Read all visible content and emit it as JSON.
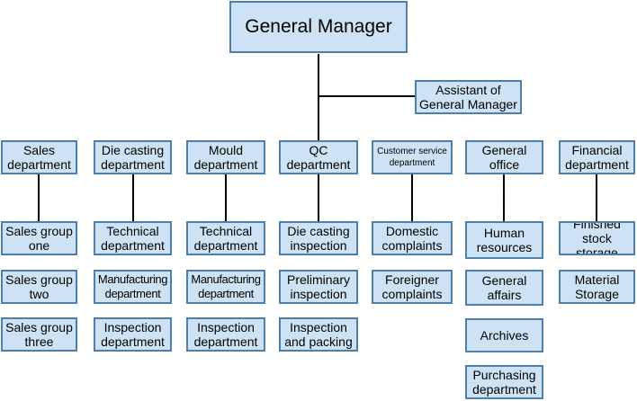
{
  "org_chart": {
    "general_manager": "General Manager",
    "assistant": "Assistant of\nGeneral Manager",
    "departments": [
      {
        "name": "Sales\ndepartment",
        "units": [
          "Sales group\none",
          "Sales group\ntwo",
          "Sales group\nthree"
        ]
      },
      {
        "name": "Die casting\ndepartment",
        "units": [
          "Technical\ndepartment",
          "Manufacturing\ndepartment",
          "Inspection\ndepartment"
        ]
      },
      {
        "name": "Mould\ndepartment",
        "units": [
          "Technical\ndepartment",
          "Manufacturing\ndepartment",
          "Inspection\ndepartment"
        ]
      },
      {
        "name": "QC\ndepartment",
        "units": [
          "Die casting\ninspection",
          "Preliminary\ninspection",
          "Inspection\nand packing"
        ]
      },
      {
        "name": "Customer service\ndepartment",
        "units": [
          "Domestic\ncomplaints",
          "Foreigner\ncomplaints"
        ]
      },
      {
        "name": "General\noffice",
        "units": [
          "Human\nresources",
          "General\naffairs",
          "Archives",
          "Purchasing\ndepartment"
        ]
      },
      {
        "name": "Financial\ndepartment",
        "units": [
          "Finished\nstock storage",
          "Material\nStorage"
        ]
      }
    ]
  },
  "colors": {
    "box_fill": "#cde3f5",
    "box_border": "#4d7fa8",
    "line": "#000000"
  }
}
